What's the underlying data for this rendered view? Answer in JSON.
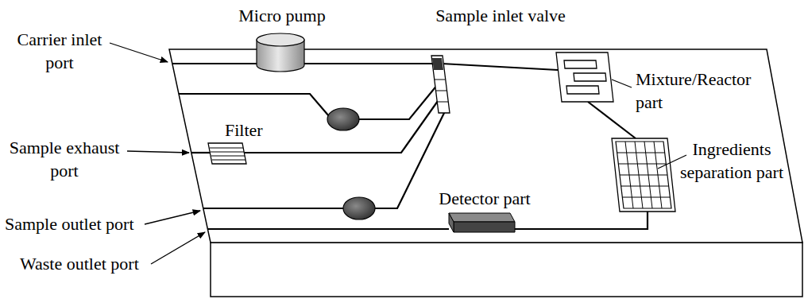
{
  "diagram": {
    "labels": [
      "Micro pump",
      "Sample inlet valve",
      "Carrier inlet port",
      "Mixture/Reactor part",
      "Filter",
      "Ingredients separation part",
      "Sample exhaust port",
      "Detector part",
      "Sample outlet port",
      "Waste outlet port"
    ]
  }
}
